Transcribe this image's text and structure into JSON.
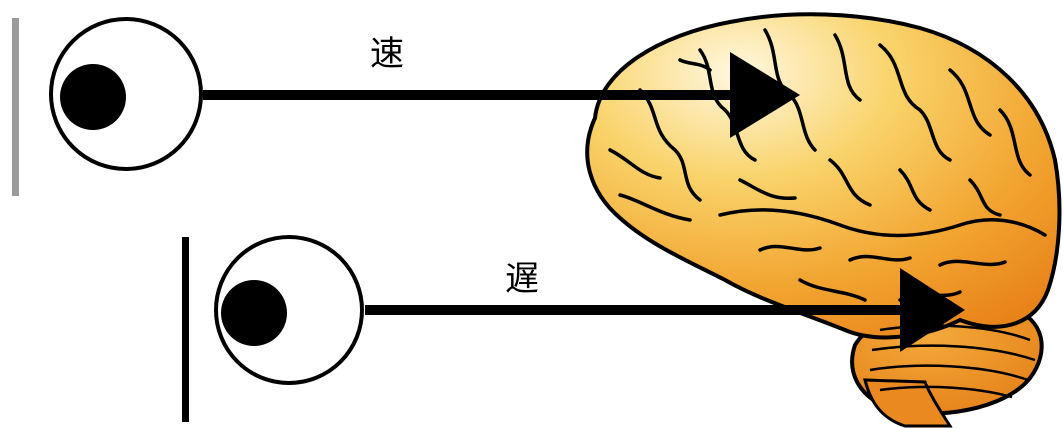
{
  "labels": {
    "fast": "速",
    "slow": "遅"
  },
  "colors": {
    "background": "#ffffff",
    "line": "#000000",
    "upper_screen_bar": "#9a9a9a",
    "lower_screen_bar": "#000000",
    "brain_light": "#fff6d8",
    "brain_mid": "#f7c548",
    "brain_dark": "#e88a1a"
  },
  "icons": {
    "eye_top": "eye-icon",
    "eye_bottom": "eye-icon",
    "brain": "brain-illustration"
  }
}
